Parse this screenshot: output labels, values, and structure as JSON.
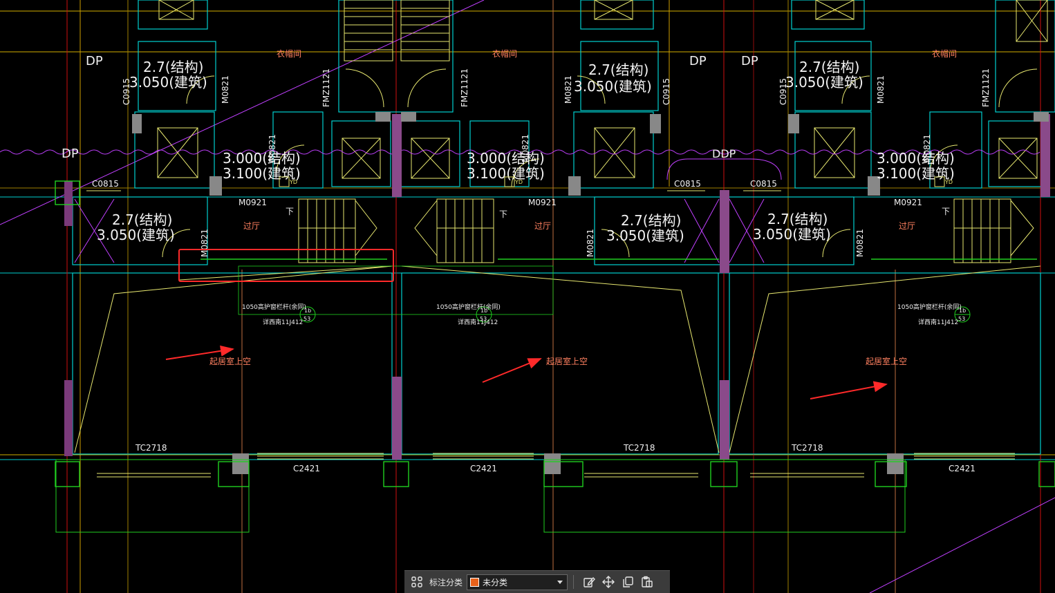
{
  "drawing": {
    "rooms": {
      "cloakroom": "衣帽间",
      "hall": "过厅",
      "living_void": "起居室上空"
    },
    "elevations": {
      "structural_27": "2.7(结构)",
      "building_3050": "3.050(建筑)",
      "structural_3000": "3.000(结构)",
      "building_3100": "3.100(建筑)"
    },
    "tags": {
      "dp": "DP",
      "ddp": "DDP",
      "c0815": "C0815",
      "c0915": "C0915",
      "m0921": "M0921",
      "m0821": "M0821",
      "fmz1121": "FMZ1121",
      "tc2718": "TC2718",
      "c2421": "C2421",
      "down": "下",
      "yd": "YD",
      "rail_note": "1050高护窗栏杆(余同)",
      "rail_ref": "详西南11J412",
      "detail_num": "1b",
      "detail_sheet": "53"
    },
    "annotation_color": "#ff2a2a"
  },
  "toolbar": {
    "icon_grid": "grid-icon",
    "category_label": "标注分类",
    "selected_category": "未分类",
    "swatch_color": "#e8611a",
    "icons": [
      "edit-icon",
      "move-icon",
      "copy-icon",
      "paste-icon"
    ]
  }
}
